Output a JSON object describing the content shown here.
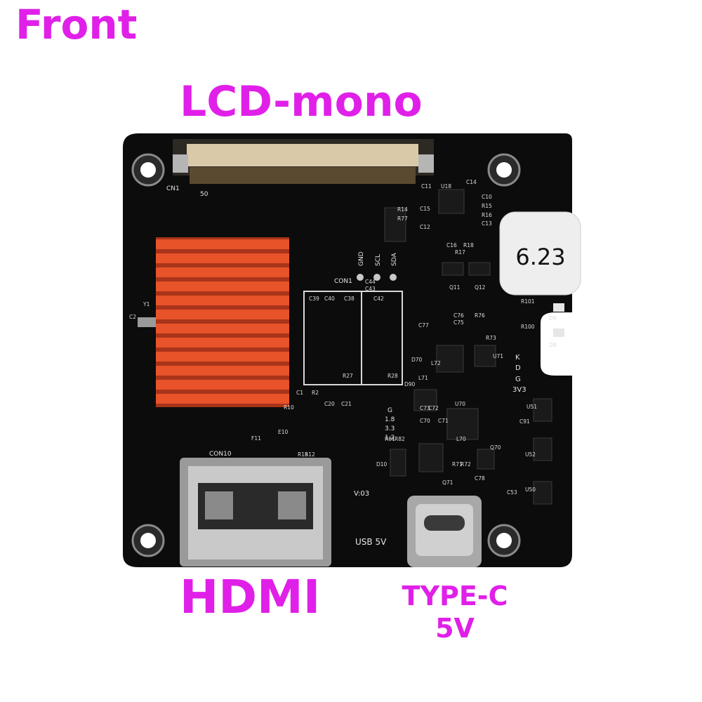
{
  "labels": {
    "front": "Front",
    "lcd": "LCD-mono",
    "hdmi": "HDMI",
    "typec_line1": "TYPE-C",
    "typec_line2": "5V"
  },
  "board": {
    "sticker": "6.23",
    "version": "V:03",
    "usb_label": "USB 5V",
    "connector_ids": [
      "CN1",
      "CON1",
      "CON10",
      "50"
    ],
    "pins": [
      "GND",
      "SCL",
      "SDA"
    ],
    "right_labels": [
      "K",
      "D",
      "G",
      "3V3"
    ],
    "io_labels": [
      "G",
      "1.8",
      "3.3",
      "1.2"
    ],
    "component_refs": [
      "C11",
      "U18",
      "C14",
      "C10",
      "R15",
      "R16",
      "C13",
      "C15",
      "C12",
      "R14",
      "R77",
      "C16",
      "R17",
      "R18",
      "Q11",
      "Q12",
      "R101",
      "D9",
      "R100",
      "D8",
      "C44",
      "C43",
      "C39",
      "C40",
      "C38",
      "C42",
      "R27",
      "R28",
      "D90",
      "C76",
      "R76",
      "C75",
      "C77",
      "R73",
      "D70",
      "L72",
      "U71",
      "L71",
      "C1",
      "R2",
      "C20",
      "C21",
      "R10",
      "E10",
      "F11",
      "R13",
      "R12",
      "U70",
      "C73",
      "C72",
      "C71",
      "C70",
      "R81",
      "R82",
      "L70",
      "Q70",
      "D10",
      "R71",
      "R72",
      "Q71",
      "C78",
      "U51",
      "C91",
      "U52",
      "U50",
      "C53",
      "C2",
      "Y1"
    ],
    "colors": {
      "pcb": "#0c0c0c",
      "heatsink": "#e8532a",
      "label_magenta": "#e020e8",
      "connector_beige": "#d9c9a8",
      "metal": "#b5b5b5"
    }
  }
}
